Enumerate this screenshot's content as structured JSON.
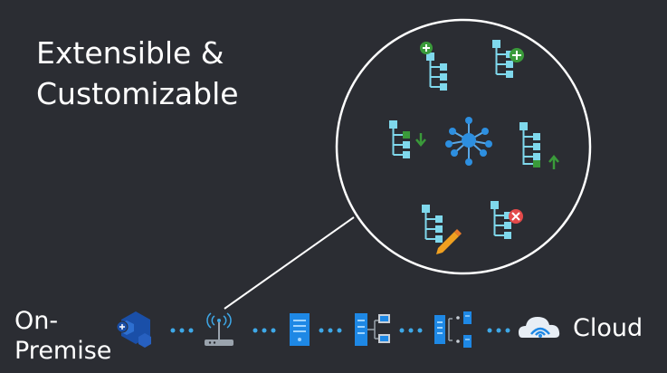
{
  "title": "Extensible &\nCustomizable",
  "bottom_bar": {
    "left_label": "On-\nPremise",
    "right_label": "Cloud",
    "icons": [
      "hexagon-cluster-icon",
      "router-icon",
      "server-icon",
      "network-servers-icon",
      "server-sync-icon",
      "cloud-icon"
    ]
  },
  "circle_icons": [
    "hierarchy-add-top-icon",
    "hierarchy-add-right-icon",
    "hierarchy-import-icon",
    "hub-network-icon",
    "hierarchy-export-icon",
    "hierarchy-edit-icon",
    "hierarchy-delete-icon"
  ],
  "colors": {
    "background": "#2b2d33",
    "node_cyan": "#7fd8ec",
    "dot_blue": "#3ea8e8",
    "green": "#3a9a3a",
    "red": "#e34a4a",
    "hub_blue": "#2d8fe0"
  }
}
